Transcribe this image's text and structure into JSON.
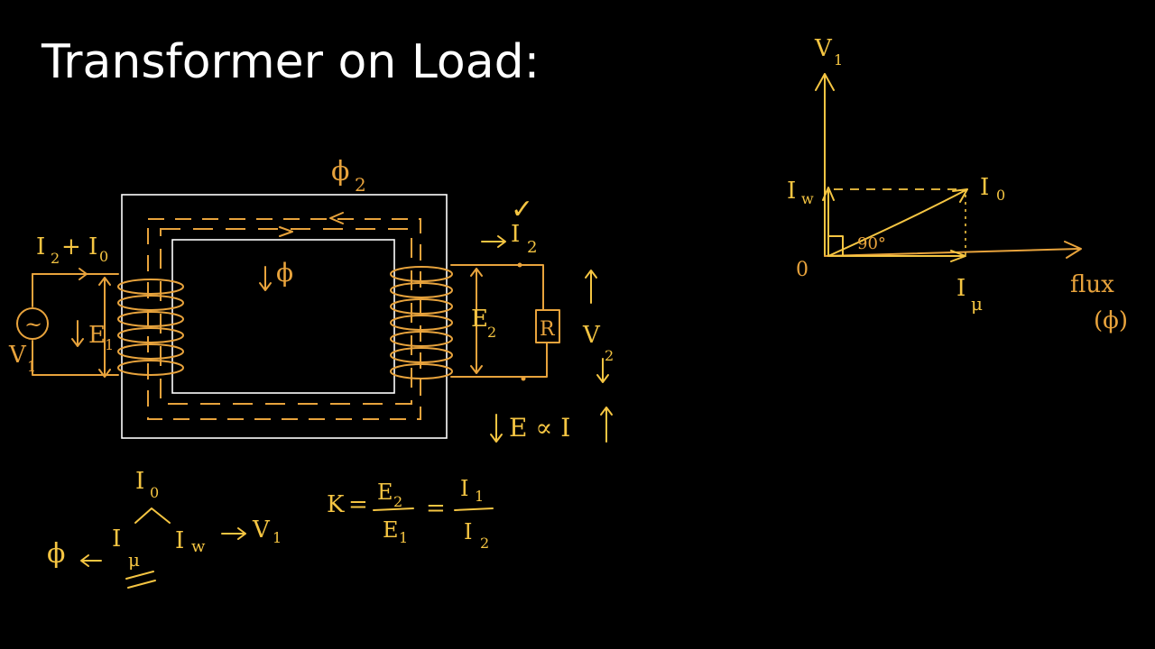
{
  "title": "Transformer on Load:",
  "colors": {
    "background": "#000000",
    "chalk_white": "#ffffff",
    "chalk_yellow": "#f5c542",
    "chalk_orange": "#e8a33c"
  },
  "circuit": {
    "flux_secondary": "ϕ",
    "flux_secondary_sub": "2",
    "flux_main": "ϕ",
    "primary_current": "I",
    "primary_current_sub1": "2",
    "primary_current_plus": "+ I",
    "primary_current_sub2": "0",
    "emf_primary": "E",
    "emf_primary_sub": "1",
    "supply_voltage": "V",
    "supply_voltage_sub": "1",
    "supply_symbol": "~",
    "secondary_current": "I",
    "secondary_current_sub": "2",
    "emf_secondary": "E",
    "emf_secondary_sub": "2",
    "load_label": "R",
    "load_voltage": "V",
    "load_voltage_sub": "2",
    "check_mark": "✓",
    "proportional_note": "E ∝ I"
  },
  "current_split": {
    "no_load_current": "I",
    "no_load_current_sub": "0",
    "magnetizing": "I",
    "magnetizing_sub": "μ",
    "working": "I",
    "working_sub": "w",
    "flux_symbol": "ϕ",
    "voltage_symbol": "V",
    "voltage_sub": "1"
  },
  "ratio": {
    "k": "K",
    "eq": "=",
    "e2": "E",
    "e2_sub": "2",
    "e1": "E",
    "e1_sub": "1",
    "i1": "I",
    "i1_sub": "1",
    "i2": "I",
    "i2_sub": "2"
  },
  "phasor": {
    "v1": "V",
    "v1_sub": "1",
    "iw": "I",
    "iw_sub": "w",
    "i0": "I",
    "i0_sub": "0",
    "angle": "90°",
    "origin": "0",
    "imu": "I",
    "imu_sub": "μ",
    "axis_label_1": "flux",
    "axis_label_2": "(ϕ)"
  }
}
